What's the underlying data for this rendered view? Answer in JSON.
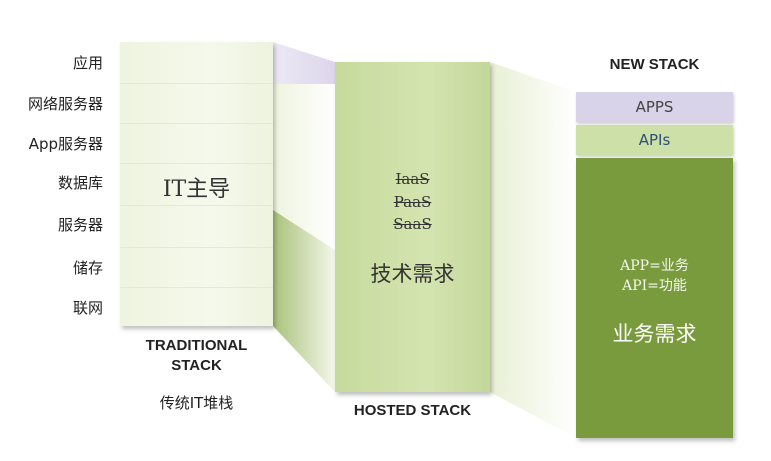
{
  "layers": [
    "应用",
    "网络服务器",
    "App服务器",
    "数据库",
    "服务器",
    "储存",
    "联网"
  ],
  "traditional": {
    "main_text": "IT主导",
    "title_line1": "TRADITIONAL",
    "title_line2": "STACK",
    "subtitle": "传统IT堆栈"
  },
  "hosted": {
    "services": [
      "IaaS",
      "PaaS",
      "SaaS"
    ],
    "main_text": "技术需求",
    "title": "HOSTED STACK"
  },
  "new_stack": {
    "title": "NEW STACK",
    "apps_label": "APPS",
    "apis_label": "APIs",
    "def_line1": "APP=业务",
    "def_line2": "API=功能",
    "main_text": "业务需求"
  },
  "colors": {
    "traditional": "#f1f6e6",
    "hosted": "#cddfa6",
    "new_stack": "#7a9a3e",
    "apps_bar": "#d9d3ea",
    "apis_bar": "#cde0a8"
  }
}
